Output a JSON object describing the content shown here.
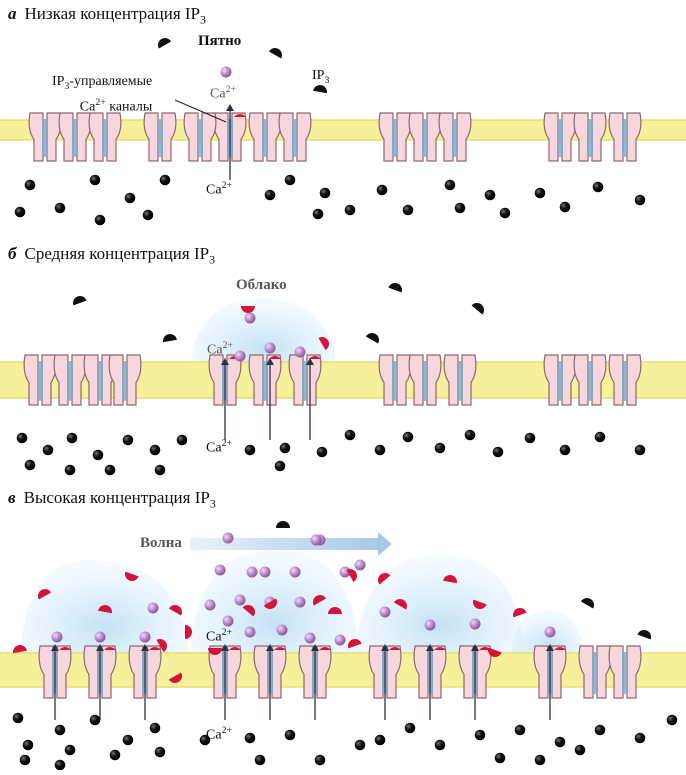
{
  "panels": [
    {
      "letter": "а",
      "title_text": "Низкая концентрация IP",
      "title_sub": "3"
    },
    {
      "letter": "б",
      "title_text": "Средняя концентрация IP",
      "title_sub": "3"
    },
    {
      "letter": "в",
      "title_text": "Высокая концентрация IP",
      "title_sub": "3"
    }
  ],
  "labels": {
    "spot": "Пятно",
    "cloud": "Облако",
    "wave": "Волна",
    "ip3_channels_line1_pre": "IP",
    "ip3_channels_line1_sub": "3",
    "ip3_channels_line1_post": "-управляемые",
    "ip3_channels_line2_pre": "Ca",
    "ip3_channels_line2_sup": "2+",
    "ip3_channels_line2_post": " каналы",
    "ip3": "IP",
    "ip3_sub": "3",
    "ca": "Ca",
    "ca_sup": "2+"
  },
  "colors": {
    "membrane": "#f7f09a",
    "channel_fill": "#f7d6dc",
    "channel_stroke": "#8a6a72",
    "channel_core": "#7da7cf",
    "cloud": "#cfe6f7",
    "ip3": "#d4143a",
    "calcium_cytosol": "#111111",
    "calcium_released": "#b07fbf"
  }
}
